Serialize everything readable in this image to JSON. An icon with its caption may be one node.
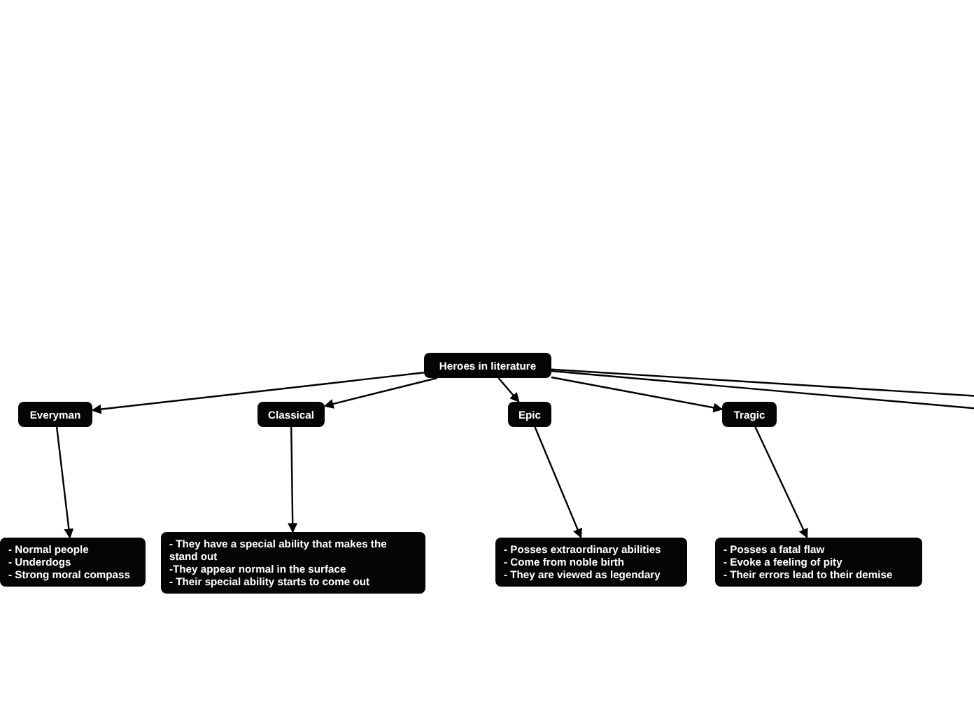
{
  "diagram": {
    "nodes": [
      {
        "text": [
          "Heroes in literature"
        ]
      },
      {
        "text": [
          "Everyman"
        ]
      },
      {
        "text": [
          "Classical"
        ]
      },
      {
        "text": [
          "Epic"
        ]
      },
      {
        "text": [
          "Tragic"
        ]
      },
      {
        "text": [
          "- Normal people",
          "- Underdogs",
          "- Strong moral compass"
        ]
      },
      {
        "text": [
          "- They have a special ability that makes the stand out",
          "-They appear normal in the surface",
          "- Their special ability starts to come out"
        ]
      },
      {
        "text": [
          "- Posses extraordinary abilities",
          "- Come from noble birth",
          "- They are viewed as legendary"
        ]
      },
      {
        "text": [
          "- Posses a fatal flaw",
          "- Evoke a feeling of pity",
          "- Their errors lead to their demise"
        ]
      }
    ],
    "edges": [
      {
        "from": 0,
        "to": 1,
        "arrow": "to"
      },
      {
        "from": 0,
        "to": 2,
        "arrow": "to"
      },
      {
        "from": 0,
        "to": 3,
        "arrow": "to"
      },
      {
        "from": 0,
        "to": 4,
        "arrow": "to"
      },
      {
        "from": 0,
        "to": null,
        "arrow": "none"
      },
      {
        "from": 0,
        "to": null,
        "arrow": "none"
      },
      {
        "from": 1,
        "to": 5,
        "arrow": "to"
      },
      {
        "from": 2,
        "to": 6,
        "arrow": "to"
      },
      {
        "from": 3,
        "to": 7,
        "arrow": "to"
      },
      {
        "from": 4,
        "to": 8,
        "arrow": "to"
      }
    ]
  }
}
